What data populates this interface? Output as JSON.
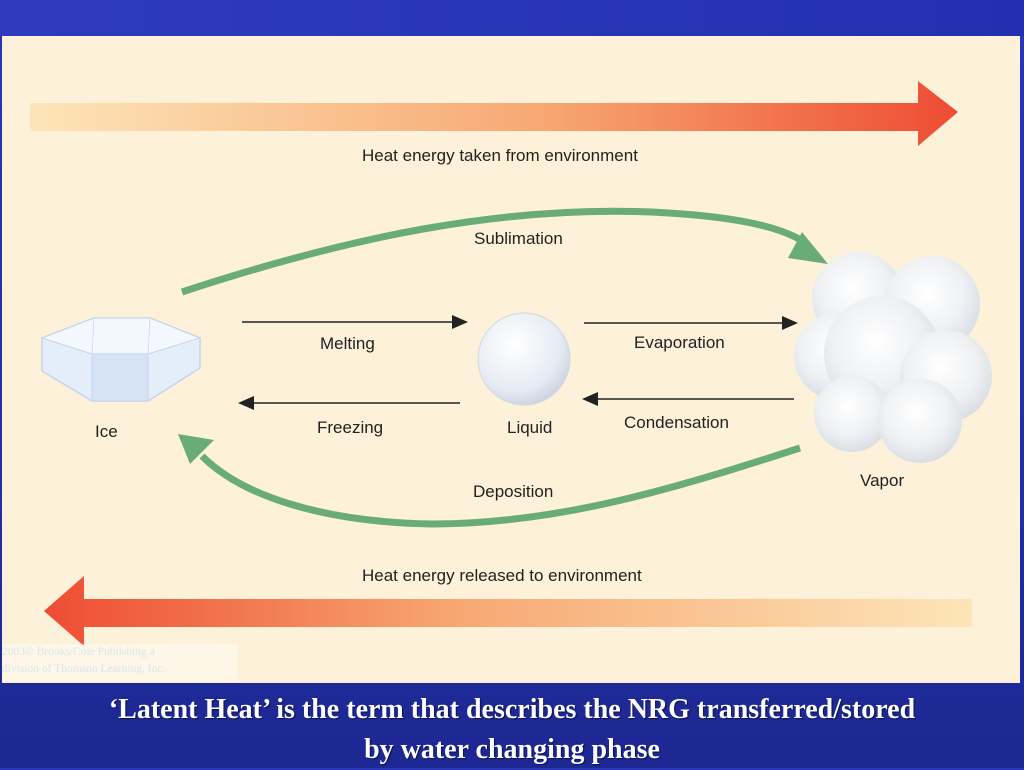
{
  "diagram": {
    "top_arrow_label": "Heat energy taken from environment",
    "bottom_arrow_label": "Heat energy released to environment",
    "states": {
      "ice": "Ice",
      "liquid": "Liquid",
      "vapor": "Vapor"
    },
    "transitions": {
      "sublimation": "Sublimation",
      "melting": "Melting",
      "evaporation": "Evaporation",
      "freezing": "Freezing",
      "condensation": "Condensation",
      "deposition": "Deposition"
    },
    "colors": {
      "heat_gradient_light": "#fde8c0",
      "heat_gradient_dark": "#ef4f35",
      "sublimation_arrow": "#6aab7a",
      "background": "#fdf1d9"
    }
  },
  "copyright": {
    "line1": "2003© Brooks/Cole Publishing a",
    "line2": "division of Thomson Learning, Inc."
  },
  "caption": {
    "line1": "‘Latent Heat’ is the term that describes the NRG transferred/stored",
    "line2": "by water changing phase"
  }
}
